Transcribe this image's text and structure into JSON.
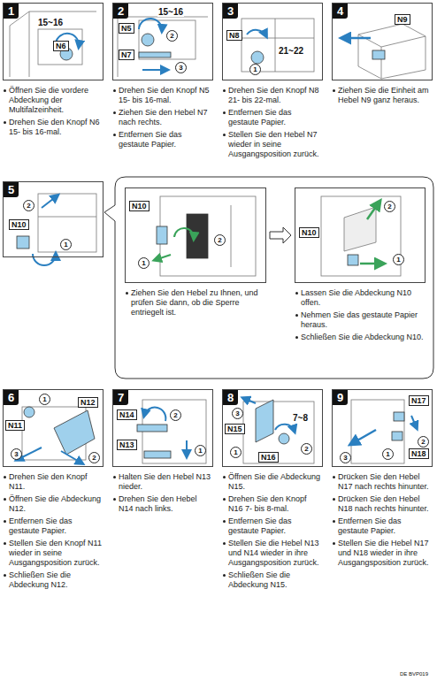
{
  "diagram": {
    "nodes": [
      {
        "text": [
          "1",
          "Öffnen Sie die vordere Abdeckung der Multifalzeinheit.",
          "Drehen Sie den Knopf N6 15- bis 16-mal."
        ]
      },
      {
        "text": [
          "2",
          "Drehen Sie den Knopf N5 15- bis 16-mal.",
          "Ziehen Sie den Hebel N7 nach rechts.",
          "Entfernen Sie das gestaute Papier."
        ]
      },
      {
        "text": [
          "3",
          "Drehen Sie den Knopf N8 21- bis 22-mal.",
          "Entfernen Sie das gestaute Papier.",
          "Stellen Sie den Hebel N7 wieder in seine Ausgangsposition zurück."
        ]
      },
      {
        "text": [
          "4",
          "Ziehen Sie die Einheit am Hebel N9 ganz heraus."
        ]
      },
      {
        "text": [
          "5"
        ]
      },
      {
        "text": [
          "Ziehen Sie den Hebel zu Ihnen, und prüfen Sie dann, ob die Sperre entriegelt ist."
        ]
      },
      {
        "text": [
          "Lassen Sie die Abdeckung N10 offen.",
          "Nehmen Sie das gestaute Papier heraus.",
          "Schließen Sie die Abdeckung N10."
        ]
      },
      {
        "text": [
          "6",
          "Drehen Sie den Knopf N11.",
          "Öffnen Sie die Abdeckung N12.",
          "Entfernen Sie das gestaute Papier.",
          "Stellen Sie den Knopf N11 wieder in seine Ausgangsposition zurück.",
          "Schließen Sie die Abdeckung N12."
        ]
      },
      {
        "text": [
          "7",
          "Halten Sie den Hebel N13 nieder.",
          "Drehen Sie den Hebel N14 nach links."
        ]
      },
      {
        "text": [
          "8",
          "Öffnen Sie die Abdeckung N15.",
          "Drehen Sie den Knopf N16 7- bis 8-mal.",
          "Entfernen Sie das gestaute Papier.",
          "Stellen Sie die Hebel N13 und N14 wieder in ihre Ausgangsposition zurück.",
          "Schließen Sie die Abdeckung N15."
        ]
      },
      {
        "text": [
          "9",
          "Drücken Sie den Hebel N17 nach rechts hinunter.",
          "Drücken Sie den Hebel N18 nach rechts hinunter.",
          "Entfernen Sie das gestaute Papier.",
          "Stellen Sie die Hebel N17 und N18 wieder in ihre Ausgangsposition zurück."
        ]
      }
    ],
    "edges": [
      {
        "from": 5,
        "to": 6,
        "arrow": "to"
      }
    ],
    "labels": [
      "15~16",
      "N6",
      "N5",
      "15~16",
      "2",
      "N7",
      "3",
      "N8",
      "1",
      "21~22",
      "N9",
      "2",
      "N10",
      "1",
      "N10",
      "1",
      "2",
      "2",
      "N10",
      "1",
      "1",
      "N11",
      "N12",
      "2",
      "3",
      "N14",
      "2",
      "N13",
      "1",
      "3",
      "N15",
      "7~8",
      "1",
      "N16",
      "2",
      "N17",
      "2",
      "3",
      "1",
      "N18",
      "DE BVP019"
    ]
  }
}
